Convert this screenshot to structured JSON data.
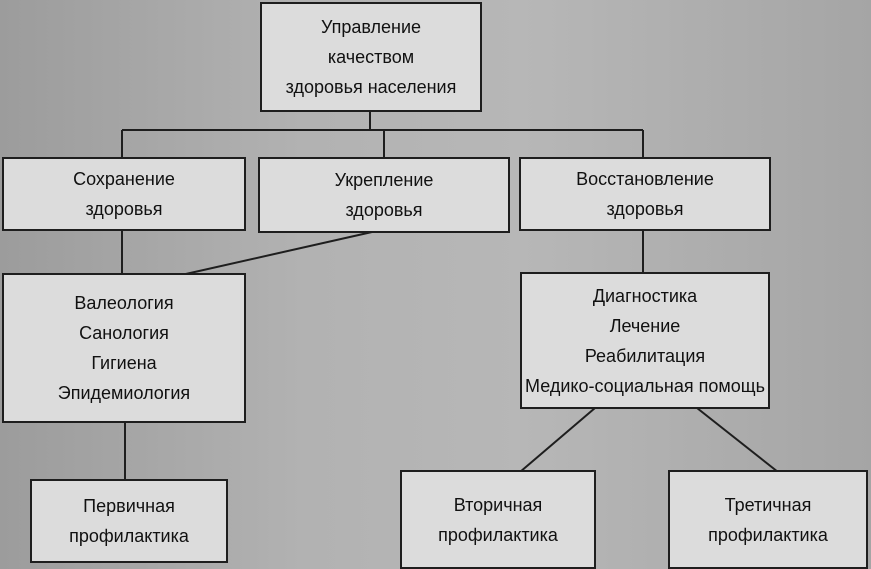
{
  "diagram": {
    "root": {
      "lines": [
        "Управление",
        "качеством",
        "здоровья населения"
      ]
    },
    "level1": [
      {
        "lines": [
          "Сохранение",
          "здоровья"
        ]
      },
      {
        "lines": [
          "Укрепление",
          "здоровья"
        ]
      },
      {
        "lines": [
          "Восстановление",
          "здоровья"
        ]
      }
    ],
    "level2_left": {
      "lines": [
        "Валеология",
        "Санология",
        "Гигиена",
        "Эпидемиология"
      ]
    },
    "level2_right": {
      "lines": [
        "Диагностика",
        "Лечение",
        "Реабилитация",
        "Медико-социальная помощь"
      ]
    },
    "prevention": [
      {
        "lines": [
          "Первичная",
          "профилактика"
        ]
      },
      {
        "lines": [
          "Вторичная",
          "профилактика"
        ]
      },
      {
        "lines": [
          "Третичная",
          "профилактика"
        ]
      }
    ]
  }
}
